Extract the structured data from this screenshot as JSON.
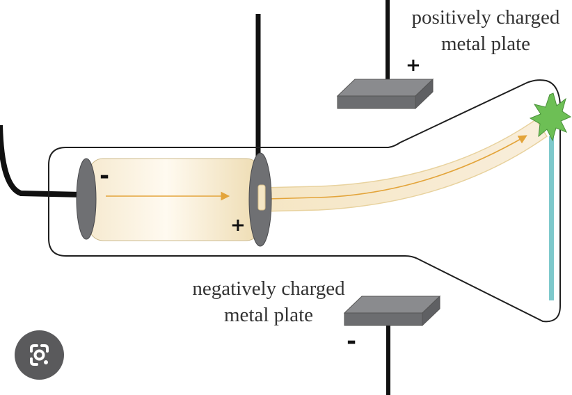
{
  "labels": {
    "positive_plate_line1": "positively charged",
    "positive_plate_line2": "metal plate",
    "negative_plate_line1": "negatively charged",
    "negative_plate_line2": "metal plate",
    "cathode_sign": "-",
    "anode_sign": "+",
    "top_plate_sign": "+",
    "bottom_plate_sign": "-"
  },
  "icons": {
    "lens_button": "lens-search-icon",
    "impact": "spark-icon"
  },
  "colors": {
    "beam": "#f5e9cc",
    "beam_arrow": "#e3a43a",
    "electrode": "#6f7073",
    "plate_top": "#8a8b8e",
    "plate_side": "#5f6063",
    "screen": "#7ec9cc",
    "spark": "#6dbf55",
    "wire": "#111111",
    "tube_outline": "#1f1f1f"
  }
}
